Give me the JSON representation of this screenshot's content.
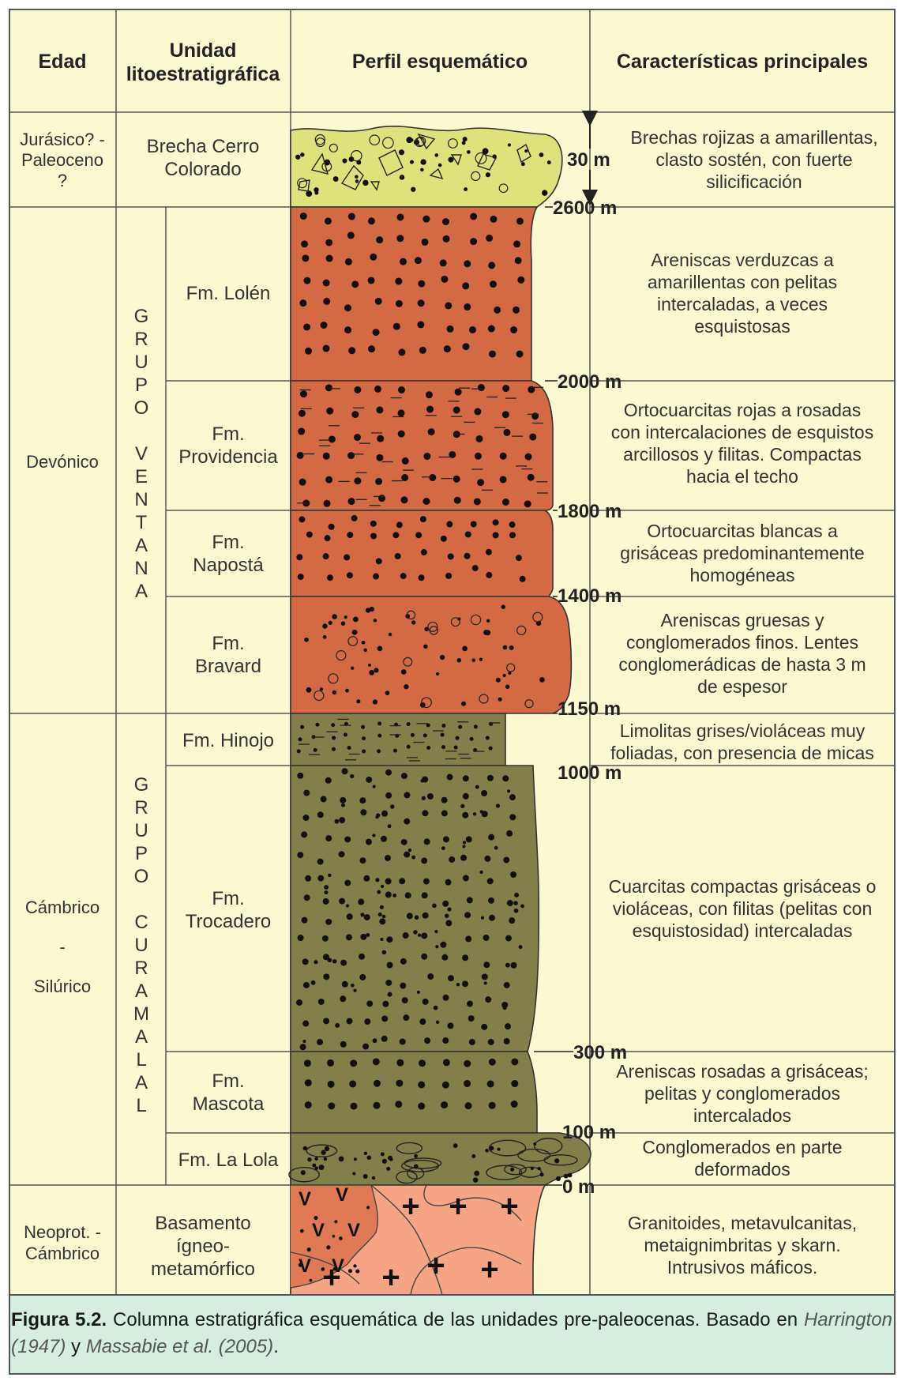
{
  "colors": {
    "background": "#fbf9d2",
    "border": "#555555",
    "brecha": "#dee27a",
    "ventana": "#d36a43",
    "curamalal": "#827f4a",
    "basamento_light": "#f5a583",
    "basamento_dark": "#e07a55",
    "caption_background": "#d6eedf"
  },
  "headers": {
    "edad": "Edad",
    "unidad_line1": "Unidad",
    "unidad_line2": "litoestratigráfica",
    "perfil": "Perfil esquemático",
    "caracteristicas": "Características principales"
  },
  "ages": {
    "jurasico": [
      "Jurásico? -",
      "Paleoceno",
      "?"
    ],
    "devonico": [
      "Devónico"
    ],
    "cambrico": [
      "Cámbrico",
      "-",
      "Silúrico"
    ],
    "neoprot": [
      "Neoprot. -",
      "Cámbrico"
    ]
  },
  "groups": {
    "ventana": [
      "G",
      "R",
      "U",
      "P",
      "O",
      "",
      "V",
      "E",
      "N",
      "T",
      "A",
      "N",
      "A"
    ],
    "curamalal": [
      "G",
      "R",
      "U",
      "P",
      "O",
      "",
      "C",
      "U",
      "R",
      "A",
      "M",
      "A",
      "L",
      "A",
      "L"
    ]
  },
  "units": {
    "brecha": [
      "Brecha Cerro",
      "Colorado"
    ],
    "lolen": [
      "Fm. Lolén"
    ],
    "providencia": [
      "Fm.",
      "Providencia"
    ],
    "naposta": [
      "Fm.",
      "Napostá"
    ],
    "bravard": [
      "Fm.",
      "Bravard"
    ],
    "hinojo": [
      "Fm. Hinojo"
    ],
    "trocadero": [
      "Fm.",
      "Trocadero"
    ],
    "mascota": [
      "Fm.",
      "Mascota"
    ],
    "lalola": [
      "Fm. La Lola"
    ],
    "basamento": [
      "Basamento",
      "ígneo-",
      "metamórfico"
    ]
  },
  "depths": {
    "thickness_brecha": "30 m",
    "d2600": "2600 m",
    "d2000": "2000 m",
    "d1800": "1800 m",
    "d1400": "1400 m",
    "d1150": "1150 m",
    "d1000": "1000 m",
    "d300": "300 m",
    "d100": "100 m",
    "d0": "0 m"
  },
  "descriptions": {
    "brecha": [
      "Brechas rojizas a amarillentas,",
      "clasto sostén, con fuerte",
      "silicificación"
    ],
    "lolen": [
      "Areniscas verduzcas a",
      "amarillentas con pelitas",
      "intercaladas, a veces",
      "esquistosas"
    ],
    "providencia": [
      "Ortocuarcitas rojas a rosadas",
      "con intercalaciones de esquistos",
      "arcillosos y filitas. Compactas",
      "hacia el techo"
    ],
    "naposta": [
      "Ortocuarcitas blancas a",
      "grisáceas predominantemente",
      "homogéneas"
    ],
    "bravard": [
      "Areniscas gruesas y",
      "conglomerados finos. Lentes",
      "conglomerádicas de hasta 3 m",
      "de espesor"
    ],
    "hinojo": [
      "Limolitas grises/violáceas muy",
      "foliadas, con presencia de micas"
    ],
    "trocadero": [
      "Cuarcitas compactas grisáceas o",
      "violáceas, con filitas (pelitas con",
      "esquistosidad) intercaladas"
    ],
    "mascota": [
      "Areniscas rosadas a grisáceas;",
      "pelitas y conglomerados",
      "intercalados"
    ],
    "lalola": [
      "Conglomerados en parte",
      "deformados"
    ],
    "basamento": [
      "Granitoides, metavulcanitas,",
      "metaignimbritas y skarn.",
      "Intrusivos máficos."
    ]
  },
  "basement_symbols": {
    "v": "V",
    "plus": "+"
  },
  "caption": {
    "label": "Figura 5.2.",
    "text": " Columna estratigráfica esquemática de las unidades pre-paleocenas. Basado en ",
    "cite1": "Harrington (1947)",
    "connector": " y ",
    "cite2": "Massabie et al. (2005)",
    "end": "."
  }
}
